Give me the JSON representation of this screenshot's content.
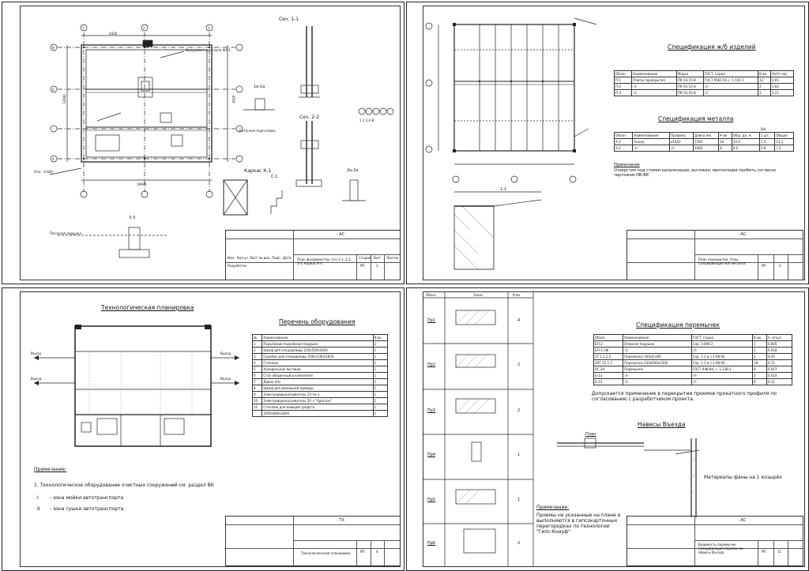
{
  "sheet1": {
    "section_11": "Сеч. 1-1",
    "section_22": "Сеч. 2-2",
    "section_33": "3-3",
    "section_1a": "1а-1а",
    "section_2a": "2а-2а",
    "karkas": "Каркас К-1",
    "c1": "С-1",
    "axes_letters": [
      "В",
      "Б",
      "А"
    ],
    "axes_numbers": [
      "1",
      "2",
      "3"
    ],
    "axis_combo": "1 2 3 А В",
    "dims": [
      "4420",
      "12640",
      "19940",
      "4420"
    ],
    "notes": [
      "Фундаментная плита ФЛ-1",
      "Отм. -0.600",
      "Бетонная подготовка",
      "Песчаная подушка"
    ],
    "stamp": {
      "code": "- АС",
      "title": "План фундаментов. Сеч.1-1, 2-2, 3-3. Каркас К-1",
      "stage": "РП",
      "sheet": "1",
      "cols": [
        "Изм.",
        "Кол.уч",
        "Лист",
        "№ док.",
        "Подп.",
        "Дата"
      ],
      "heads": [
        "Стадия",
        "Лист",
        "Листов"
      ],
      "role": "Разработал"
    }
  },
  "sheet2": {
    "spec_title": "Спецификация ж/б изделий",
    "spec_head": [
      "Обозн.",
      "Наименование",
      "Марка",
      "ГОСТ, Серия",
      "К-во",
      "Vм³(т.ед)"
    ],
    "spec_rows": [
      [
        "П-1",
        "Плиты перекрытия",
        "ПК 63-15-8",
        "ГОСТ 9561-91 с. 1.141-1",
        "12",
        "3.65"
      ],
      [
        "П-2",
        "-//-",
        "ПК 63-12-8",
        "-//-",
        "2",
        "1.64"
      ],
      [
        "П-3",
        "-//-",
        "ПК 63-10-8",
        "-//-",
        "2",
        "1.21"
      ]
    ],
    "metal_title": "Спецификация металла",
    "metal_head": [
      "Обозн.",
      "Наименование",
      "Профиль",
      "Длина мм",
      "К-во",
      "Общ. дл. м",
      "1 шт.",
      "Общая"
    ],
    "metal_rows": [
      [
        "А-1",
        "Анкер",
        "⌀16A1",
        "1500",
        "16",
        "24.0",
        "1.5",
        "23.1"
      ],
      [
        "А-2",
        "-//-",
        "-//-",
        "1000",
        "8",
        "8.0",
        "0.9",
        "7.2"
      ]
    ],
    "weight": "Вес",
    "note_title": "Примечание",
    "note_text": "Отверстия под стояки канализации, вытяжки, вентиляции пробить согласно чертежам ОВ-ВК",
    "section": "1-1",
    "stamp": {
      "code": "- АС",
      "title": "План перекрытия. Узлы. Спецификация ж/б металла",
      "stage": "РП",
      "sheet": "2"
    }
  },
  "sheet3": {
    "title": "Технологическая планировка",
    "equip_title": "Перечень оборудования",
    "equip_head": [
      "№",
      "Наименование",
      "К-во"
    ],
    "equip_rows": [
      [
        "1",
        "Подъёмник-подъёмная подушка",
        "2"
      ],
      [
        "2",
        "Шкаф для спецодежды 250х500х1830",
        "1"
      ],
      [
        "3",
        "Скрубер для спецодежды 500х1200х1650",
        "1"
      ],
      [
        "4",
        "Стеллаж",
        "1"
      ],
      [
        "5",
        "Холодильник бытовой",
        "1"
      ],
      [
        "6",
        "Стол обеденный в комплекте",
        "1"
      ],
      [
        "7",
        "Диван п/м",
        "1"
      ],
      [
        "8",
        "Шкаф для домашней одежды",
        "1"
      ],
      [
        "9",
        "Электроводонагреватель 15-ти л.",
        "1"
      ],
      [
        "10",
        "Электроводонагреватель 50 л \"Аристон\"",
        "1"
      ],
      [
        "11",
        "Стеллаж для моющих средств",
        "1"
      ],
      [
        "",
        "2000х600х1800",
        "1"
      ]
    ],
    "notes_title": "Примечание:",
    "note1": "1. Технологическое оборудование очистных сооружений см. раздел ВК",
    "legend1": "- зона мойки автотранспорта",
    "legend2": "- зона сушки автотранспорта",
    "legend_mark1": "I",
    "legend_mark2": "II",
    "arrow_in": "Въезд",
    "arrow_out": "Выезд",
    "stamp": {
      "code": "- ТХ",
      "title": "Технологическая планировка",
      "stage": "РП",
      "sheet": "4"
    }
  },
  "sheet4": {
    "col_heads": [
      "Обозн.",
      "Эскиз",
      "К-во"
    ],
    "marks": [
      "Пр1",
      "Пр2",
      "Пр3",
      "Пр4",
      "Пр5",
      "Пр6"
    ],
    "counts": [
      "4",
      "2",
      "2",
      "1",
      "1",
      "2"
    ],
    "spec_title": "Спецификация перемычек",
    "spec_head": [
      "Обозн.",
      "Наименование",
      "ГОСТ, Серия",
      "К-во",
      "V, м³/шт."
    ],
    "spec_rows": [
      [
        "БП-2",
        "Опорная подушка",
        "Сер. 3.006-2",
        "1",
        "0.005"
      ],
      [
        "БП-1-2Ф",
        "-//-",
        "-//-",
        "1",
        "0.018"
      ],
      [
        "ЗГ 1,1,2,5",
        "Перемычка 500х6,000",
        "Сер. 1.1 в.ч.1-96-92",
        "2",
        "0.45"
      ],
      [
        "3ПГ 12,1,5",
        "Перемычка 120х600х1200",
        "Сер. 1.1 в.ч.1-96-92",
        "18",
        "0.71"
      ],
      [
        "ОГ-2А",
        "Перемычка",
        "ГОСТ 948-84, с. 1.138-1",
        "8",
        "0.057"
      ],
      [
        "Б-13",
        "-//-",
        "-//-",
        "3",
        "0.014"
      ],
      [
        "Б-13",
        "-//-",
        "-//-",
        "6",
        "0.11"
      ]
    ],
    "allow_text": "Допускается применение в перекрытии проемов прокатного профиля по согласованию с разработчиком проекта.",
    "canopy_title": "Навесы Въезда",
    "plan": "План",
    "fronton": "Материалы фаны на 1 козырёк",
    "note_title": "Примечание:",
    "note_text": "Проемы не указанные на плане в выполняются в гипсокартонных перегородках по технологии \"Гипс-Кнауф\"",
    "stamp": {
      "code": "- АС",
      "title": "Ведомость перемычек. Спецификация перемычек. Навесы Въезда",
      "stage": "РП",
      "sheet": "11"
    }
  }
}
